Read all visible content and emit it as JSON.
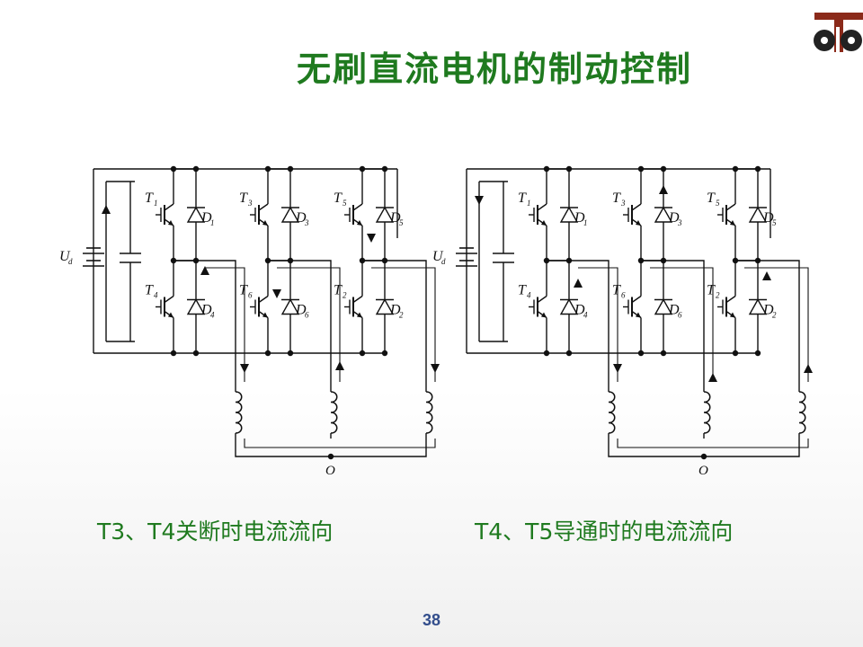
{
  "slide": {
    "title": "无刷直流电机的制动控制",
    "page_number": "38",
    "logo_icon": "university-logo-icon"
  },
  "diagrams": [
    {
      "name": "left",
      "caption": "T3、T4关断时电流流向",
      "supply_label": "U",
      "supply_sub": "d",
      "neutral_label": "O",
      "transistors": [
        {
          "label": "T",
          "sub": "1"
        },
        {
          "label": "T",
          "sub": "3"
        },
        {
          "label": "T",
          "sub": "5"
        },
        {
          "label": "T",
          "sub": "4"
        },
        {
          "label": "T",
          "sub": "6"
        },
        {
          "label": "T",
          "sub": "2"
        }
      ],
      "diodes": [
        {
          "label": "D",
          "sub": "1"
        },
        {
          "label": "D",
          "sub": "3"
        },
        {
          "label": "D",
          "sub": "5"
        },
        {
          "label": "D",
          "sub": "4"
        },
        {
          "label": "D",
          "sub": "6"
        },
        {
          "label": "D",
          "sub": "2"
        }
      ]
    },
    {
      "name": "right",
      "caption": "T4、T5导通时的电流流向",
      "supply_label": "U",
      "supply_sub": "d",
      "neutral_label": "O",
      "transistors": [
        {
          "label": "T",
          "sub": "1"
        },
        {
          "label": "T",
          "sub": "3"
        },
        {
          "label": "T",
          "sub": "5"
        },
        {
          "label": "T",
          "sub": "4"
        },
        {
          "label": "T",
          "sub": "6"
        },
        {
          "label": "T",
          "sub": "2"
        }
      ],
      "diodes": [
        {
          "label": "D",
          "sub": "1"
        },
        {
          "label": "D",
          "sub": "3"
        },
        {
          "label": "D",
          "sub": "5"
        },
        {
          "label": "D",
          "sub": "4"
        },
        {
          "label": "D",
          "sub": "6"
        },
        {
          "label": "D",
          "sub": "2"
        }
      ]
    }
  ]
}
